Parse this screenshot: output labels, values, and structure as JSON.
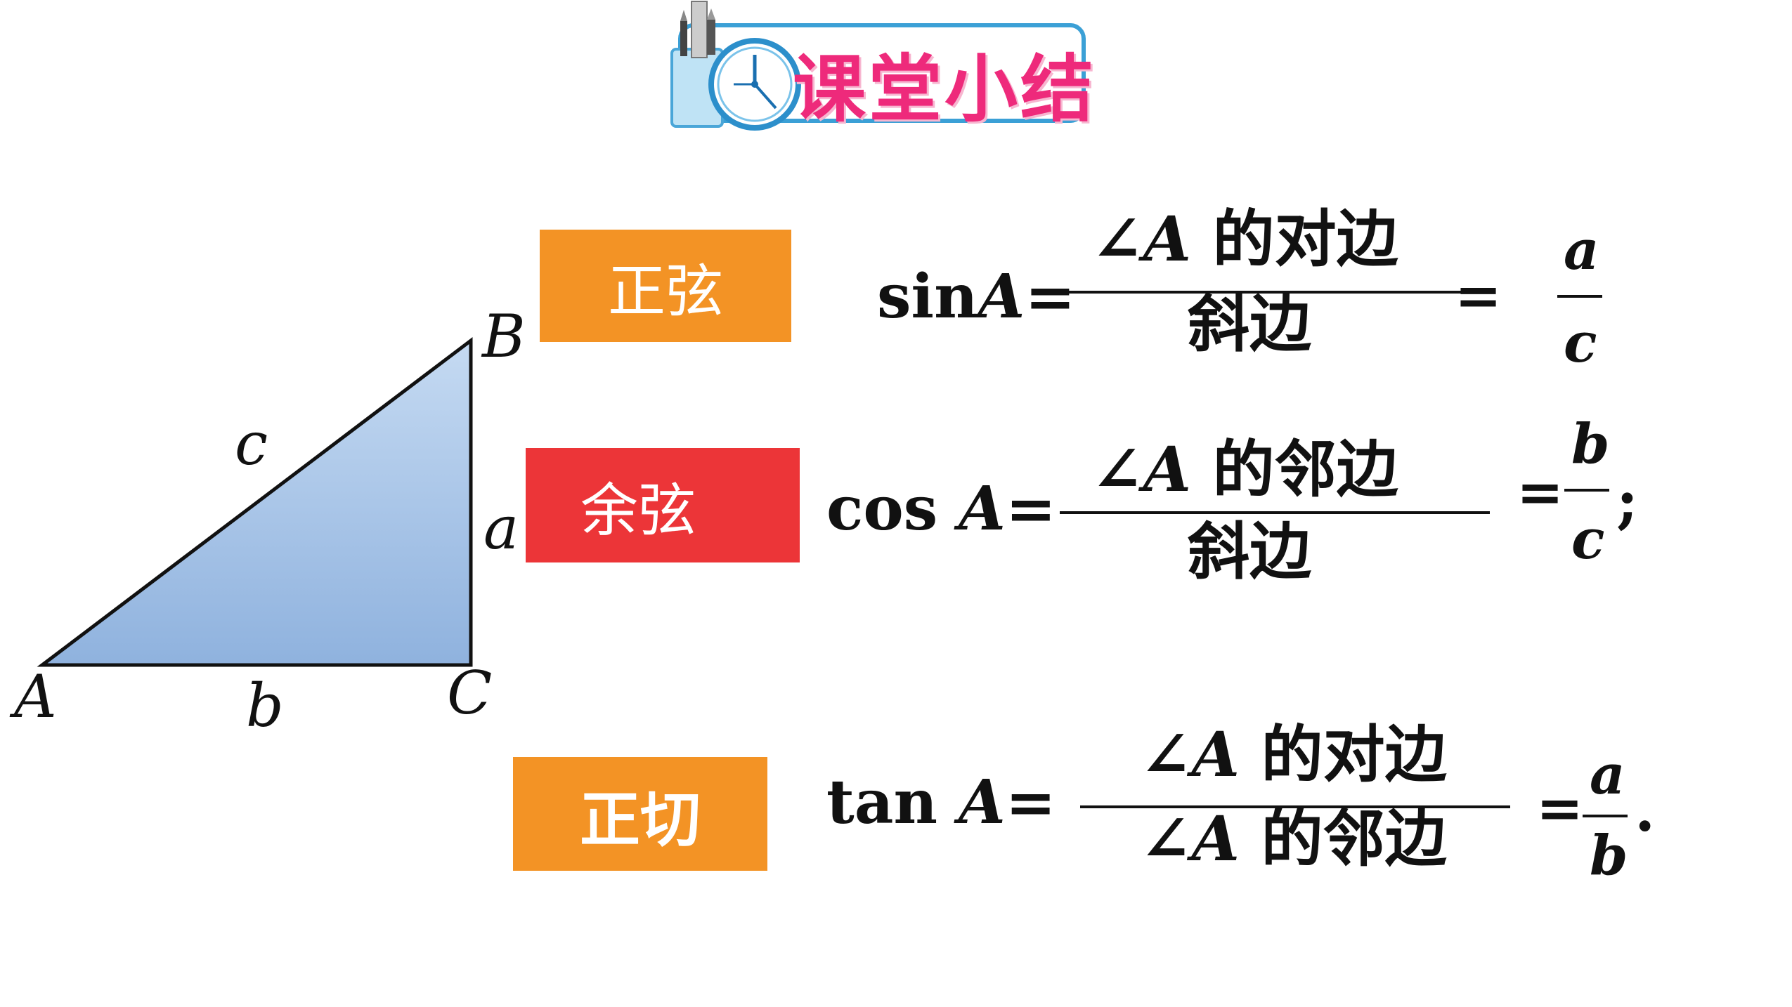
{
  "header": {
    "title": "课堂小结",
    "icon": "clock-pencil-cup-icon",
    "accent_color": "#ee2a7b",
    "border_color": "#3ba0d6"
  },
  "triangle": {
    "fill_color": "#a9c6e8",
    "vertices": {
      "A": "A",
      "B": "B",
      "C": "C"
    },
    "sides": {
      "a": "a",
      "b": "b",
      "c": "c"
    }
  },
  "rows": {
    "sin": {
      "label": "正弦",
      "label_color": "#f39325",
      "lhs": "sin",
      "lhs_var": "A",
      "lhs_eq": "=",
      "num_angle": "∠A",
      "num_text": "的对边",
      "den_text": "斜边",
      "eq": "=",
      "res_num": "a",
      "res_den": "c",
      "tail": ""
    },
    "cos": {
      "label": "余弦",
      "label_color": "#ec3538",
      "lhs": "cos",
      "lhs_var": "A",
      "lhs_eq": "=",
      "num_angle": "∠A",
      "num_text": "的邻边",
      "den_text": "斜边",
      "eq": "=",
      "res_num": "b",
      "res_den": "c",
      "tail": ";"
    },
    "tan": {
      "label": "正切",
      "label_color": "#f39325",
      "lhs": "tan",
      "lhs_var": "A",
      "lhs_eq": "=",
      "num_angle": "∠A",
      "num_text": "的对边",
      "den_angle": "∠A",
      "den_text": "的邻边",
      "eq": "=",
      "res_num": "a",
      "res_den": "b",
      "tail": "."
    }
  }
}
